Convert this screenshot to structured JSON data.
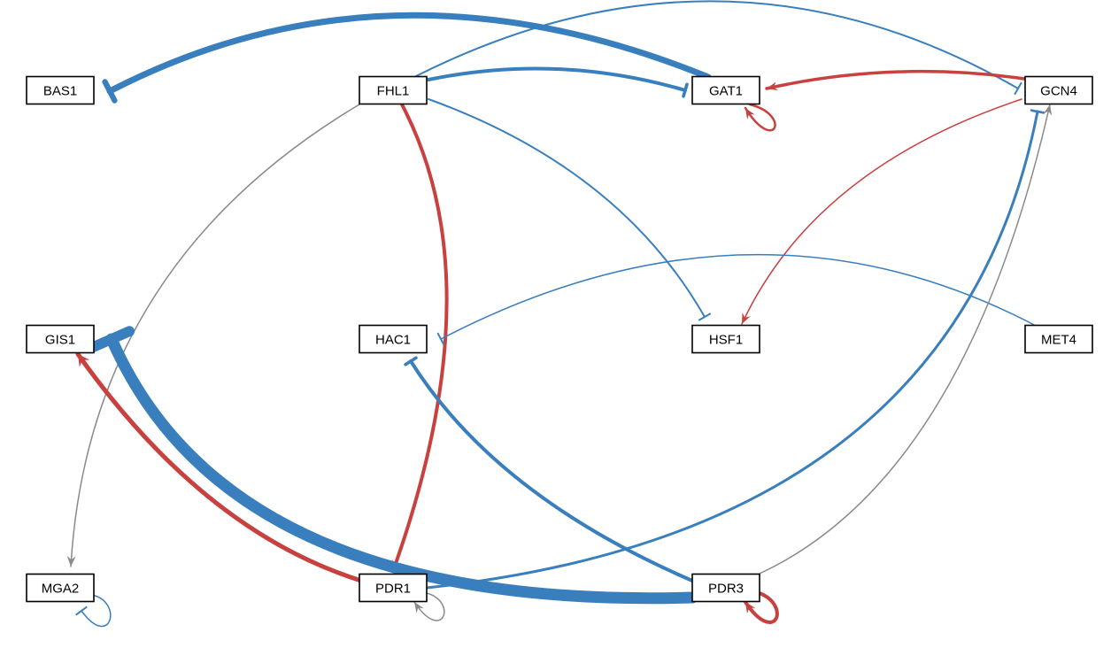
{
  "colors": {
    "repress": "#3a7fbd",
    "activate": "#c8413f",
    "unknown": "#8a8a8a"
  },
  "nodes": [
    {
      "id": "BAS1",
      "label": "BAS1"
    },
    {
      "id": "FHL1",
      "label": "FHL1"
    },
    {
      "id": "GAT1",
      "label": "GAT1"
    },
    {
      "id": "GCN4",
      "label": "GCN4"
    },
    {
      "id": "GIS1",
      "label": "GIS1"
    },
    {
      "id": "HAC1",
      "label": "HAC1"
    },
    {
      "id": "HSF1",
      "label": "HSF1"
    },
    {
      "id": "MET4",
      "label": "MET4"
    },
    {
      "id": "MGA2",
      "label": "MGA2"
    },
    {
      "id": "PDR1",
      "label": "PDR1"
    },
    {
      "id": "PDR3",
      "label": "PDR3"
    }
  ],
  "edges": [
    {
      "source": "GAT1",
      "target": "BAS1",
      "type": "repress",
      "weight": 7
    },
    {
      "source": "FHL1",
      "target": "GAT1",
      "type": "repress",
      "weight": 4
    },
    {
      "source": "FHL1",
      "target": "GCN4",
      "type": "repress",
      "weight": 2
    },
    {
      "source": "GCN4",
      "target": "GAT1",
      "type": "activate",
      "weight": 3.5
    },
    {
      "source": "GAT1",
      "target": "GAT1",
      "type": "activate",
      "weight": 2.5
    },
    {
      "source": "FHL1",
      "target": "HSF1",
      "type": "repress",
      "weight": 2
    },
    {
      "source": "FHL1",
      "target": "PDR1",
      "type": "activate",
      "weight": 4
    },
    {
      "source": "FHL1",
      "target": "MGA2",
      "type": "unknown",
      "weight": 1.5
    },
    {
      "source": "GCN4",
      "target": "HSF1",
      "type": "activate",
      "weight": 1.5
    },
    {
      "source": "MET4",
      "target": "HAC1",
      "type": "repress",
      "weight": 1.5
    },
    {
      "source": "PDR3",
      "target": "HAC1",
      "type": "repress",
      "weight": 4
    },
    {
      "source": "PDR1",
      "target": "GIS1",
      "type": "activate",
      "weight": 5
    },
    {
      "source": "PDR3",
      "target": "GIS1",
      "type": "repress",
      "weight": 13
    },
    {
      "source": "PDR1",
      "target": "GCN4",
      "type": "repress",
      "weight": 3
    },
    {
      "source": "PDR3",
      "target": "GCN4",
      "type": "unknown",
      "weight": 1.5
    },
    {
      "source": "MGA2",
      "target": "MGA2",
      "type": "repress",
      "weight": 1.5
    },
    {
      "source": "PDR1",
      "target": "PDR1",
      "type": "unknown",
      "weight": 1.5
    },
    {
      "source": "PDR3",
      "target": "PDR3",
      "type": "activate",
      "weight": 4
    }
  ]
}
